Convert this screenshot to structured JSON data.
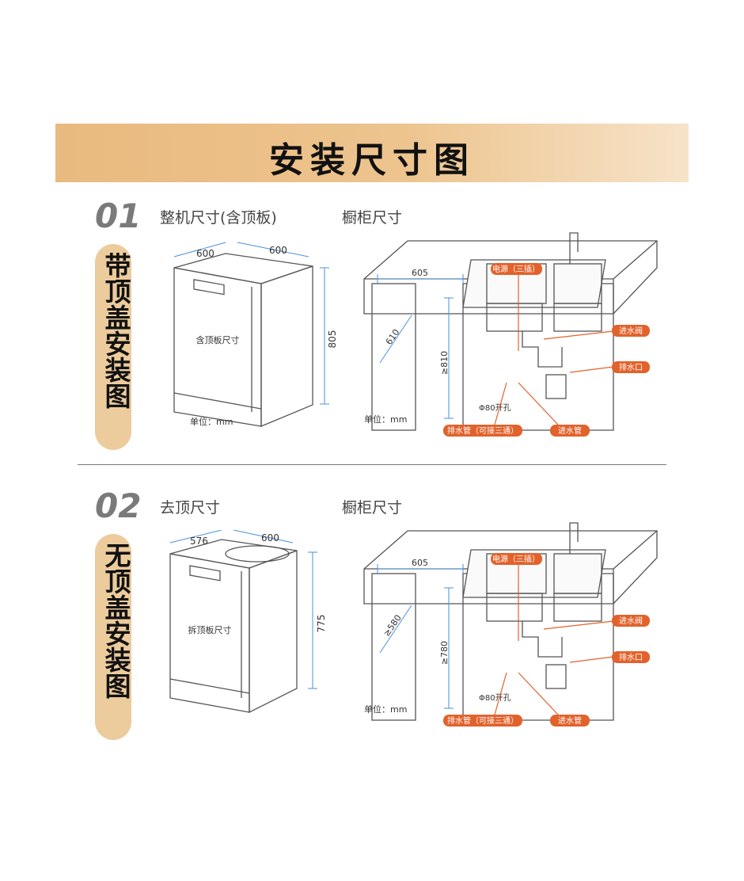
{
  "header": {
    "title": "安装尺寸图"
  },
  "sections": [
    {
      "number": "01",
      "label": "带顶盖安装图",
      "machine_title": "整机尺寸(含顶板)",
      "cabinet_title": "橱柜尺寸",
      "machine": {
        "width": "600",
        "depth": "600",
        "height": "805",
        "center_label": "含顶板尺寸",
        "unit": "单位：mm"
      },
      "cabinet": {
        "width": "605",
        "depth": "610",
        "height": "≥810",
        "hole": "Φ80开孔",
        "unit": "单位：mm",
        "callouts": {
          "power": "电源（三插）",
          "inlet_valve": "进水阀",
          "drain_port": "排水口",
          "drain_pipe": "排水管（可接三通）",
          "inlet_pipe": "进水管"
        }
      }
    },
    {
      "number": "02",
      "label": "无顶盖安装图",
      "machine_title": "去顶尺寸",
      "cabinet_title": "橱柜尺寸",
      "machine": {
        "width": "576",
        "depth": "600",
        "height": "775",
        "center_label": "拆顶板尺寸",
        "unit": ""
      },
      "cabinet": {
        "width": "605",
        "depth": "≥580",
        "height": "≥780",
        "hole": "Φ80开孔",
        "unit": "单位：mm",
        "callouts": {
          "power": "电源（三插）",
          "inlet_valve": "进水阀",
          "drain_port": "排水口",
          "drain_pipe": "排水管（可接三通）",
          "inlet_pipe": "进水管"
        }
      }
    }
  ],
  "colors": {
    "banner": "#e9ba7f",
    "pill": "#eccb9c",
    "callout": "#e2622b",
    "dimension": "#4a90d9",
    "line": "#555555"
  }
}
